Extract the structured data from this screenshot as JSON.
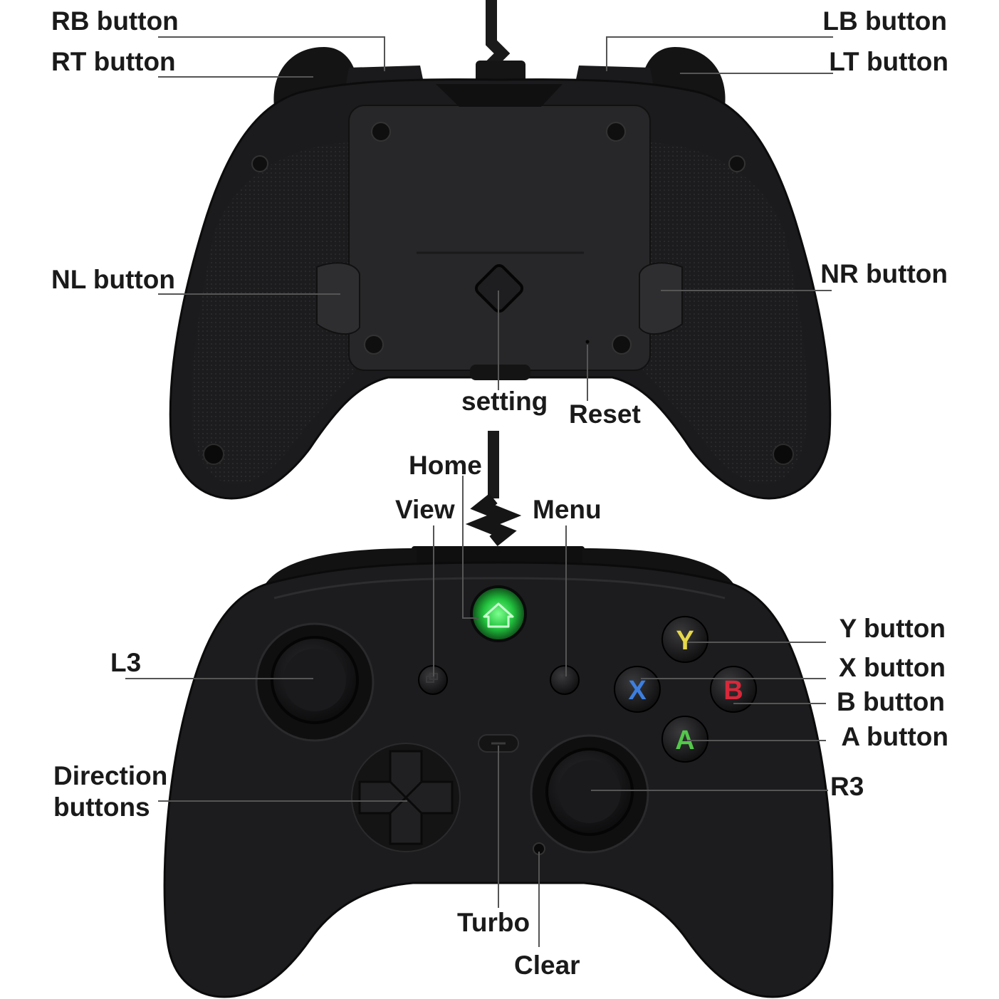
{
  "colors": {
    "body": "#1b1b1d",
    "body_edge": "#0c0c0d",
    "panel": "#2a2a2c",
    "home_glow": "#27d94a",
    "y_color": "#e6d84a",
    "x_color": "#3d7fe0",
    "b_color": "#d8283a",
    "a_color": "#53c84a",
    "leader": "#555555"
  },
  "icons": {
    "home": "house-icon",
    "view": "view-icon",
    "menu": "menu-icon"
  },
  "face_letters": {
    "y": "Y",
    "x": "X",
    "b": "B",
    "a": "A"
  },
  "labels": {
    "rb": "RB button",
    "rt": "RT button",
    "lb": "LB button",
    "lt": "LT button",
    "nl": "NL button",
    "nr": "NR button",
    "setting": "setting",
    "reset": "Reset",
    "home": "Home",
    "view": "View",
    "menu": "Menu",
    "l3": "L3",
    "y": "Y button",
    "x": "X button",
    "b": "B button",
    "a": "A button",
    "direction_1": "Direction",
    "direction_2": "buttons",
    "r3": "R3",
    "turbo": "Turbo",
    "clear": "Clear"
  }
}
